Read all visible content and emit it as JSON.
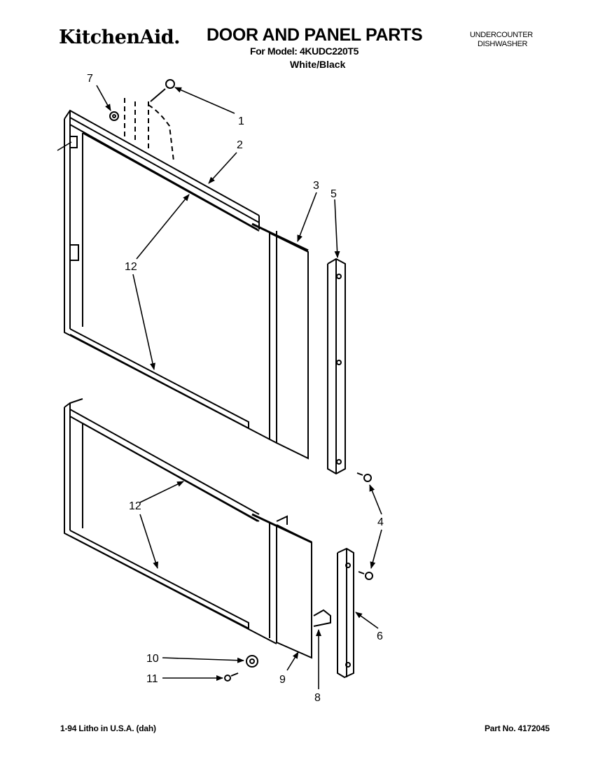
{
  "header": {
    "brand": "KitchenAid.",
    "title": "DOOR AND PANEL PARTS",
    "model_line": "For Model: 4KUDC220T5",
    "variant": "White/Black",
    "category_line1": "UNDERCOUNTER",
    "category_line2": "DISHWASHER"
  },
  "callouts": {
    "c1": "1",
    "c2": "2",
    "c3": "3",
    "c4": "4",
    "c5": "5",
    "c6": "6",
    "c7": "7",
    "c8": "8",
    "c9": "9",
    "c10": "10",
    "c11": "11",
    "c12a": "12",
    "c12b": "12"
  },
  "footer": {
    "print_info": "1-94 Litho in U.S.A. (dah)",
    "part_number": "Part No. 4172045"
  }
}
